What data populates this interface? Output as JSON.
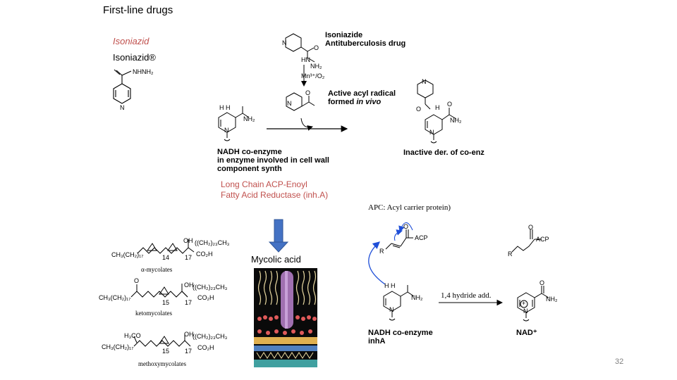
{
  "slide": {
    "title": "First-line drugs",
    "drug_name_italic": "Isoniazid",
    "drug_name_registered": "Isoniazid®",
    "page_number": "32"
  },
  "left_structure": {
    "substituent": "NHNH₂",
    "ring_atom": "N"
  },
  "top_mechanism": {
    "drug_label_line1": "Isoniazide",
    "drug_label_line2": "Antituberculosis drug",
    "ring_atom": "N",
    "oxygen": "O",
    "hydrazide_nh": "HN",
    "hydrazide_nh2": "NH₂",
    "oxidant": "Mn³⁺/O₂",
    "radical_label_line1": "Active acyl radical",
    "radical_label_line2_prefix": "formed ",
    "radical_label_line2_italic": "in vivo",
    "nadh_hh": "H H",
    "nadh_amide": "NH₂",
    "nadh_ring_n": "N",
    "nadh_label_line1": "NADH co-enzyme",
    "nadh_label_line2": "in enzyme involved in cell wall",
    "nadh_label_line3": "component synth",
    "product_o1": "O",
    "product_h": "H",
    "product_o2": "O",
    "product_amide": "NH₂",
    "product_ring_n": "N",
    "product_top_n": "N",
    "product_label": "Inactive der. of co-enz"
  },
  "enzyme": {
    "line1": "Long Chain ACP-Enoyl",
    "line2": "Fatty Acid Reductase (inh.A)"
  },
  "mycolates": {
    "alpha_head": "OH",
    "alpha_chain": "((CH₂)₂₃CH₃",
    "alpha_tail": "CH₃(CH₂)₁₇",
    "alpha_n1": "14",
    "alpha_n2": "17",
    "alpha_acid": "CO₂H",
    "alpha_name": "α-mycolates",
    "keto_o": "O",
    "keto_head": "OH",
    "keto_chain": "((CH₂)₂₃CH₃",
    "keto_tail": "CH₃(CH₂)₁₇",
    "keto_n1": "15",
    "keto_n2": "17",
    "keto_acid": "CO₂H",
    "keto_name": "ketomycolates",
    "methoxy_group": "H₃CO",
    "methoxy_head": "OH",
    "methoxy_chain": "((CH₂)₂₃CH₃",
    "methoxy_tail": "CH₃(CH₂)₁₇",
    "methoxy_n1": "15",
    "methoxy_n2": "17",
    "methoxy_acid": "CO₂H",
    "methoxy_name": "methoxymycolates"
  },
  "mycolic": {
    "label": "Mycolic acid"
  },
  "hydride": {
    "apc_label": "APC: Acyl carrier protein)",
    "reactant_o": "O",
    "reactant_acp": "ACP",
    "reactant_r": "R",
    "product_o": "O",
    "product_acp": "ACP",
    "product_r": "R",
    "nadh_hh": "H H",
    "nadh_amide": "NH₂",
    "nadh_ring_n": "N",
    "reaction_label": "1,4 hydride add.",
    "nad_o": "O",
    "nad_amide": "NH₂",
    "nad_ring_n": "N",
    "nad_charge": "+",
    "nadh_label_line1": "NADH co-enzyme",
    "nadh_label_line2": "inhA",
    "nad_label": "NAD⁺"
  },
  "colors": {
    "accent_red": "#c0504d",
    "arrow_blue": "#4472c4",
    "arrow_blue_dark": "#2f5597",
    "curved_arrow_blue": "#1f4fd8",
    "page_number_gray": "#7f7f7f"
  }
}
